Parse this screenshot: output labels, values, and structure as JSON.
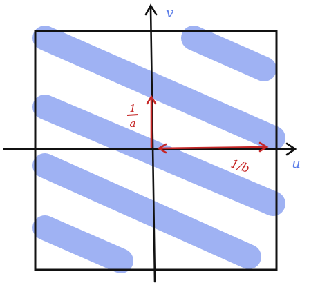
{
  "axes": {
    "horizontal_label": "u",
    "vertical_label": "v"
  },
  "vectors": {
    "vertical_label": "1/a",
    "vertical_numerator": "1",
    "vertical_denominator": "a",
    "horizontal_label": "1/b"
  },
  "colors": {
    "stripe": "#9fb2f3",
    "axis": "#111111",
    "axis_label": "#5a7ce8",
    "vector": "#c62828"
  }
}
